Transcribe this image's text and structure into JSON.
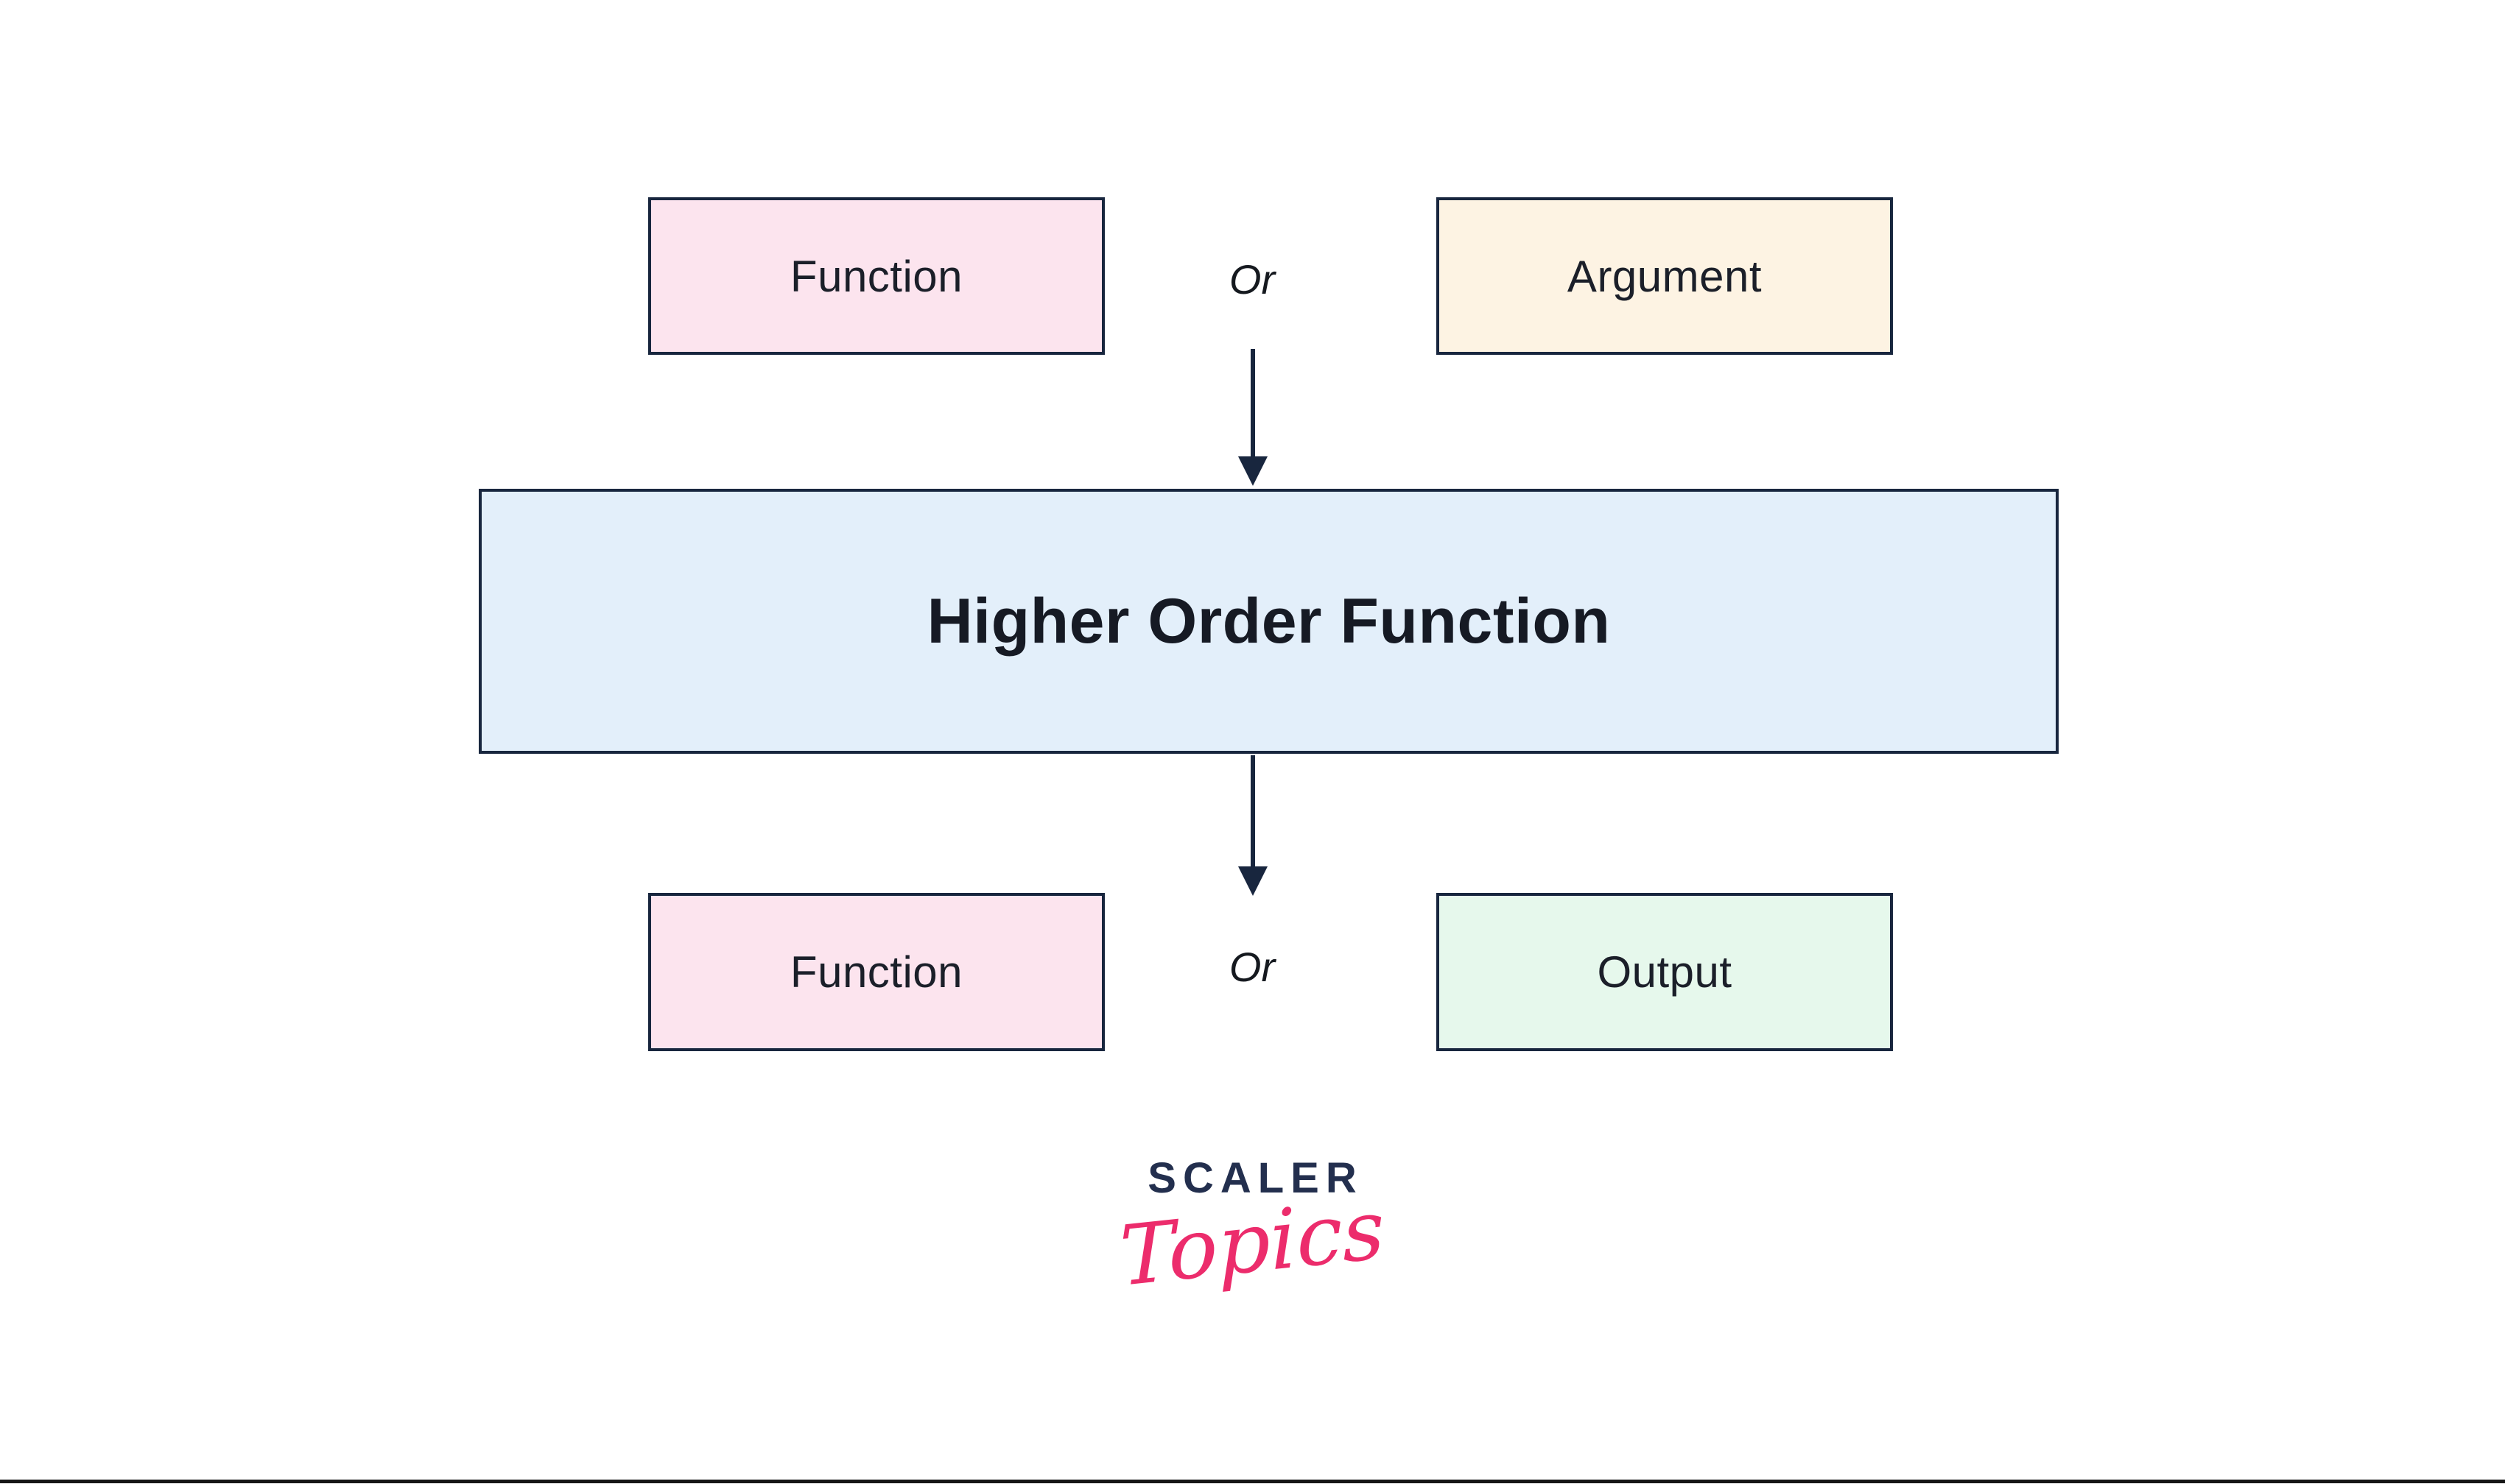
{
  "diagram": {
    "nodes": {
      "function_top": {
        "label": "Function",
        "fill": "#fce4ee"
      },
      "argument": {
        "label": "Argument",
        "fill": "#fdf3e3"
      },
      "higher_order": {
        "label": "Higher Order Function",
        "fill": "#e3effa"
      },
      "function_bottom": {
        "label": "Function",
        "fill": "#fce4ee"
      },
      "output": {
        "label": "Output",
        "fill": "#e6f8ec"
      }
    },
    "connectors": {
      "top_or_label": "Or",
      "bottom_or_label": "Or"
    },
    "flow": [
      "Function or Argument -> Higher Order Function",
      "Higher Order Function -> Function or Output"
    ]
  },
  "logo": {
    "brand": "SCALER",
    "sub_brand": "Topics",
    "brand_color": "#232f4e",
    "accent_color": "#ec2c6c"
  },
  "colors": {
    "background": "#ffffff",
    "node_border": "#18263e",
    "node_text": "#1b1f29",
    "arrow": "#18263e",
    "bottom_divider": "#161616"
  }
}
